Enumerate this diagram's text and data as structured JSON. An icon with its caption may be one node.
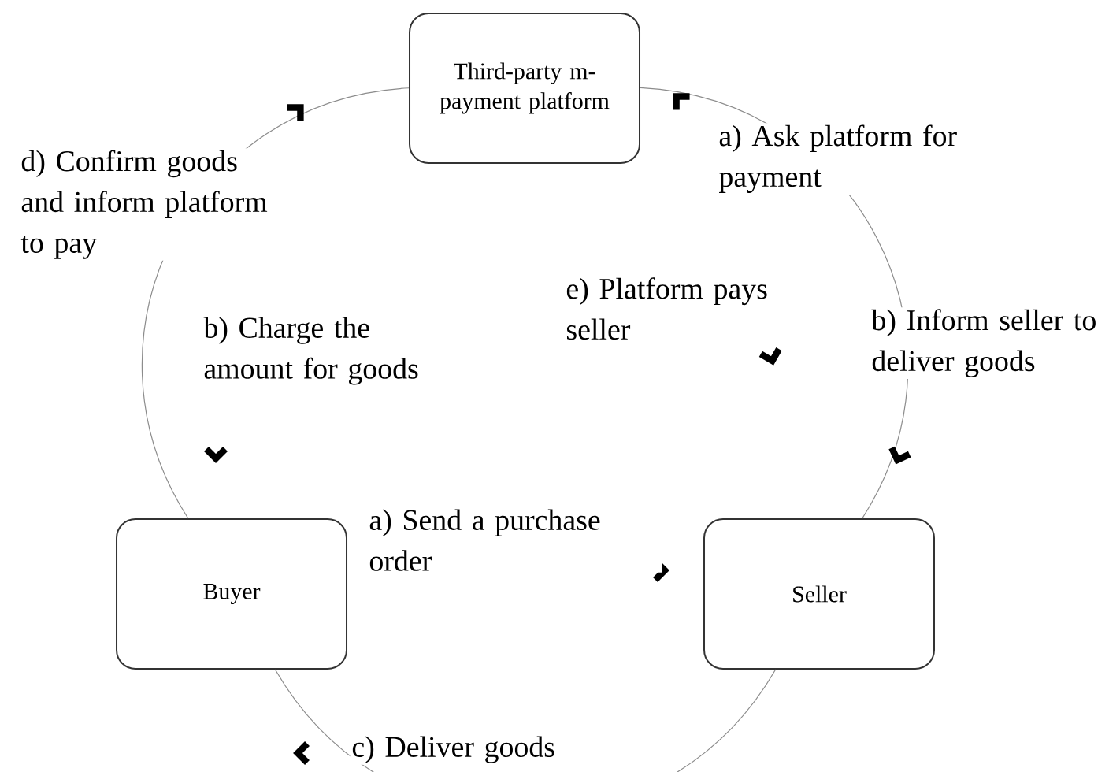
{
  "diagram": {
    "nodes": [
      {
        "text": [
          "Third-party m-payment platform"
        ]
      },
      {
        "text": [
          "Buyer"
        ]
      },
      {
        "text": [
          "Seller"
        ]
      }
    ],
    "edges": [
      {
        "from": 0,
        "to": 2,
        "arrow": "none"
      },
      {
        "from": 2,
        "to": 1,
        "arrow": "none"
      },
      {
        "from": 1,
        "to": 0,
        "arrow": "none"
      }
    ],
    "labels": [
      "d) Confirm goods and inform platform to pay",
      "a) Ask platform for payment",
      "e) Platform pays seller",
      "b) Charge the amount for goods",
      "b) Inform seller to deliver goods",
      "a) Send a purchase order",
      "c) Deliver goods"
    ]
  }
}
